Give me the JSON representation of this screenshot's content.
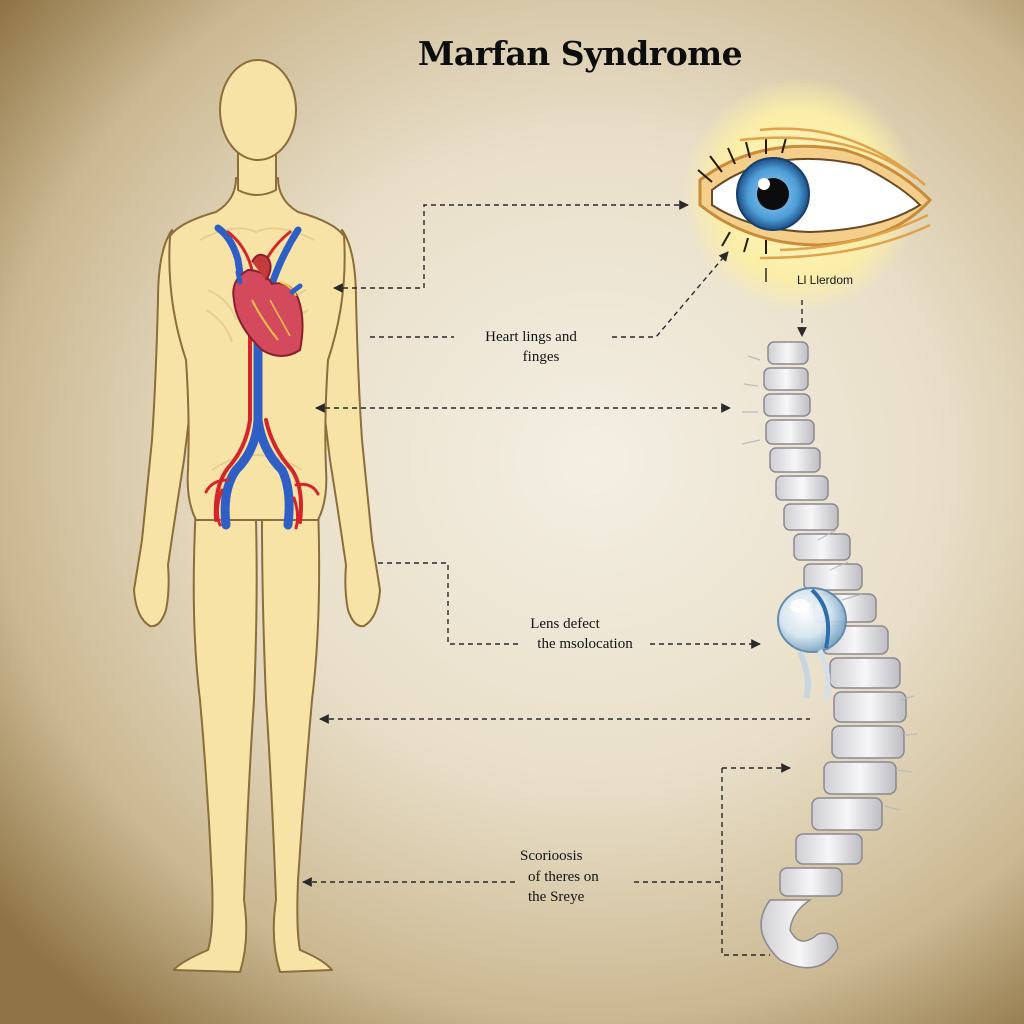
{
  "title": "Marfan Syndrome",
  "labels": {
    "eye_caption": "Ll Llerdom",
    "heart_line1": "Heart lings and",
    "heart_line2": "finges",
    "lens_line1": "Lens defect",
    "lens_line2": "the msolocation",
    "scoliosis_line1": "Scorioosis",
    "scoliosis_line2": "of theres on",
    "scoliosis_line3": "the Sreye"
  },
  "colors": {
    "skin": "#f7e3a6",
    "skin_outline": "#8b6e3c",
    "artery": "#d3262a",
    "vein": "#2f5fc4",
    "heart": "#d24a5c",
    "iris": "#4d9dd6",
    "bone": "#eeeeef",
    "eye_glow": "#fbeea8",
    "leader_line": "#2a2a2a"
  },
  "icons": [
    "body-figure-icon",
    "heart-icon",
    "eye-icon",
    "spine-icon",
    "lens-icon"
  ]
}
